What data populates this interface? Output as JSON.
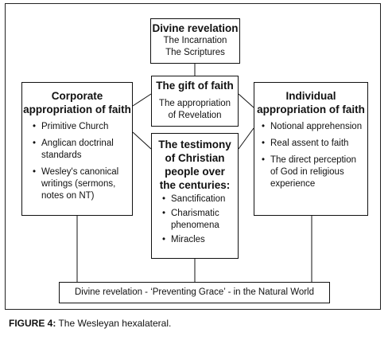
{
  "diagram": {
    "top": {
      "title": "Divine revelation",
      "lines": [
        "The Incarnation",
        "The Scriptures"
      ]
    },
    "gift": {
      "title": "The gift of faith",
      "lines": [
        "The appropriation",
        "of Revelation"
      ]
    },
    "testimony": {
      "title_lines": [
        "The testimony",
        "of Christian",
        "people over",
        "the centuries:"
      ],
      "items": [
        "Sanctification",
        "Charismatic phenomena",
        "Miracles"
      ]
    },
    "corporate": {
      "title_lines": [
        "Corporate",
        "appropriation of faith"
      ],
      "items": [
        "Primitive Church",
        "Anglican doctrinal standards",
        "Wesley's canonical writings (sermons, notes on NT)"
      ]
    },
    "individual": {
      "title_lines": [
        "Individual",
        "appropriation of faith"
      ],
      "items": [
        "Notional apprehension",
        "Real assent to faith",
        "The direct perception of God in religious experience"
      ]
    },
    "bottom": {
      "text": "Divine revelation - ‘Preventing Grace’ - in the Natural World"
    }
  },
  "caption": {
    "label": "FIGURE 4:",
    "text": " The Wesleyan hexalateral."
  }
}
